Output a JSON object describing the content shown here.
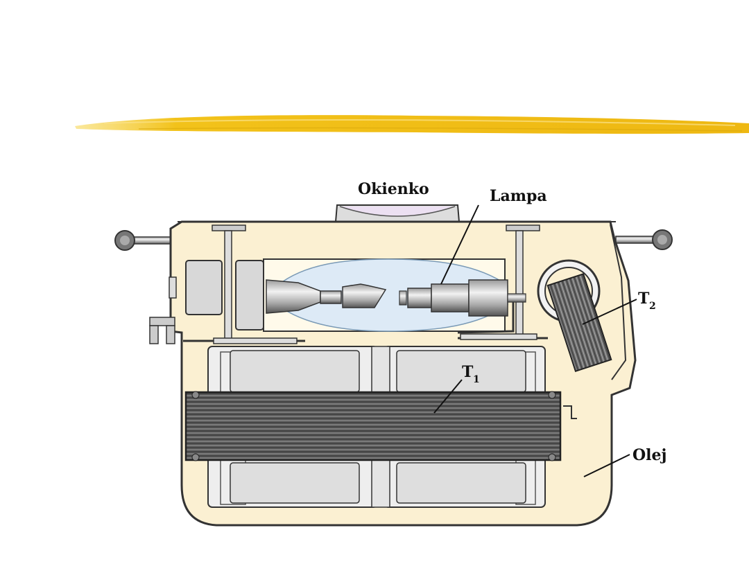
{
  "slide": {
    "accent_color": "#f2c21a",
    "title": ""
  },
  "diagram": {
    "type": "x-ray-tube-cross-section",
    "colors": {
      "oil_fill": "#fbf0d2",
      "metal": "#cfcfcf",
      "core": "#555555",
      "window": "#ece0f2",
      "tube_glass": "#ddeaf6",
      "outline": "#333333"
    },
    "labels": {
      "window": "Okienko",
      "lamp": "Lampa",
      "t2_main": "T",
      "t2_sub": "2",
      "t1_main": "T",
      "t1_sub": "1",
      "oil": "Olej"
    }
  }
}
